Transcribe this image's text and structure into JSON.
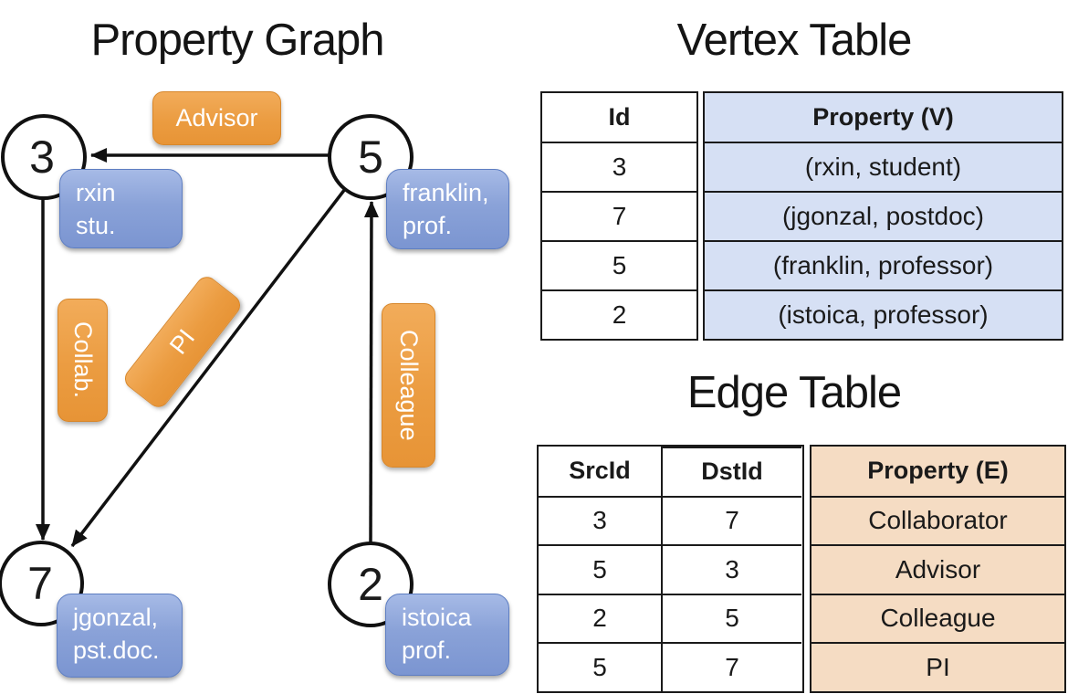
{
  "graph": {
    "title": "Property Graph",
    "vertices": [
      {
        "id": "3",
        "label_lines": [
          "rxin",
          "stu."
        ]
      },
      {
        "id": "5",
        "label_lines": [
          "franklin,",
          "prof."
        ]
      },
      {
        "id": "7",
        "label_lines": [
          "jgonzal,",
          "pst.doc."
        ]
      },
      {
        "id": "2",
        "label_lines": [
          "istoica",
          "prof."
        ]
      }
    ],
    "edge_labels": {
      "advisor": "Advisor",
      "collab": "Collab.",
      "pi": "PI",
      "colleague": "Colleague"
    },
    "edges": [
      {
        "src": "5",
        "dst": "3",
        "label": "Advisor"
      },
      {
        "src": "3",
        "dst": "7",
        "label": "Collab."
      },
      {
        "src": "5",
        "dst": "7",
        "label": "PI"
      },
      {
        "src": "2",
        "dst": "5",
        "label": "Colleague"
      }
    ]
  },
  "vertex_table": {
    "title": "Vertex Table",
    "columns": {
      "id": "Id",
      "property": "Property (V)"
    },
    "rows": [
      {
        "id": "3",
        "property": "(rxin, student)"
      },
      {
        "id": "7",
        "property": "(jgonzal, postdoc)"
      },
      {
        "id": "5",
        "property": "(franklin, professor)"
      },
      {
        "id": "2",
        "property": "(istoica, professor)"
      }
    ]
  },
  "edge_table": {
    "title": "Edge Table",
    "columns": {
      "src": "SrcId",
      "dst": "DstId",
      "property": "Property (E)"
    },
    "rows": [
      {
        "src": "3",
        "dst": "7",
        "property": "Collaborator"
      },
      {
        "src": "5",
        "dst": "3",
        "property": "Advisor"
      },
      {
        "src": "2",
        "dst": "5",
        "property": "Colleague"
      },
      {
        "src": "5",
        "dst": "7",
        "property": "PI"
      }
    ]
  },
  "colors": {
    "edge_label_orange": "#e89a3e",
    "vertex_property_blue": "#7e99d1",
    "vertex_table_fill": "#d6e0f4",
    "edge_table_fill": "#f5dcc3",
    "line_black": "#111111"
  }
}
